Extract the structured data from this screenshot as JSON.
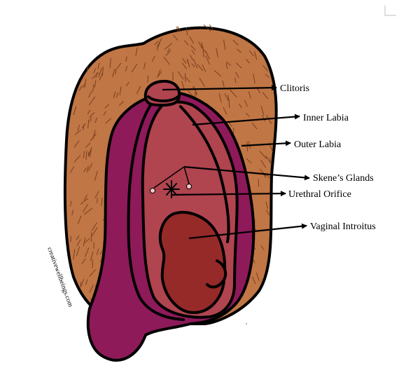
{
  "labels": {
    "clitoris": "Clitoris",
    "inner_labia": "Inner Labia",
    "outer_labia": "Outer Labia",
    "skenes_glands": "Skene’s Glands",
    "urethral_orifice": "Urethral Orifice",
    "vaginal_introitus": "Vaginal Introitus"
  },
  "watermark": "creativewellbeings.com",
  "colors": {
    "outer_labia": "#c07645",
    "hair": "#7a3f1e",
    "inner_labia": "#8e1a5a",
    "vestibule": "#b0444f",
    "introitus": "#952a28",
    "glands": "#f3c9c9",
    "outline": "#000000"
  }
}
